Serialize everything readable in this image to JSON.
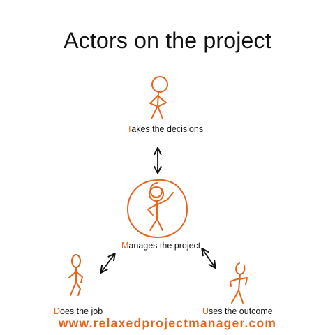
{
  "diagram": {
    "title": "Actors on the project",
    "actors": [
      {
        "id": "decider",
        "first_letter": "T",
        "rest": "akes the decisions"
      },
      {
        "id": "manager",
        "first_letter": "M",
        "rest": "anages the project"
      },
      {
        "id": "worker",
        "first_letter": "D",
        "rest": "oes the job"
      },
      {
        "id": "user",
        "first_letter": "U",
        "rest": "ses the outcome"
      }
    ],
    "footer_url": "www.relaxedprojectmanager.com"
  },
  "colors": {
    "accent": "#e8641b",
    "ink": "#111111"
  },
  "icons": [
    "stick-figure-icon",
    "double-arrow-icon",
    "circle-highlight-icon"
  ]
}
